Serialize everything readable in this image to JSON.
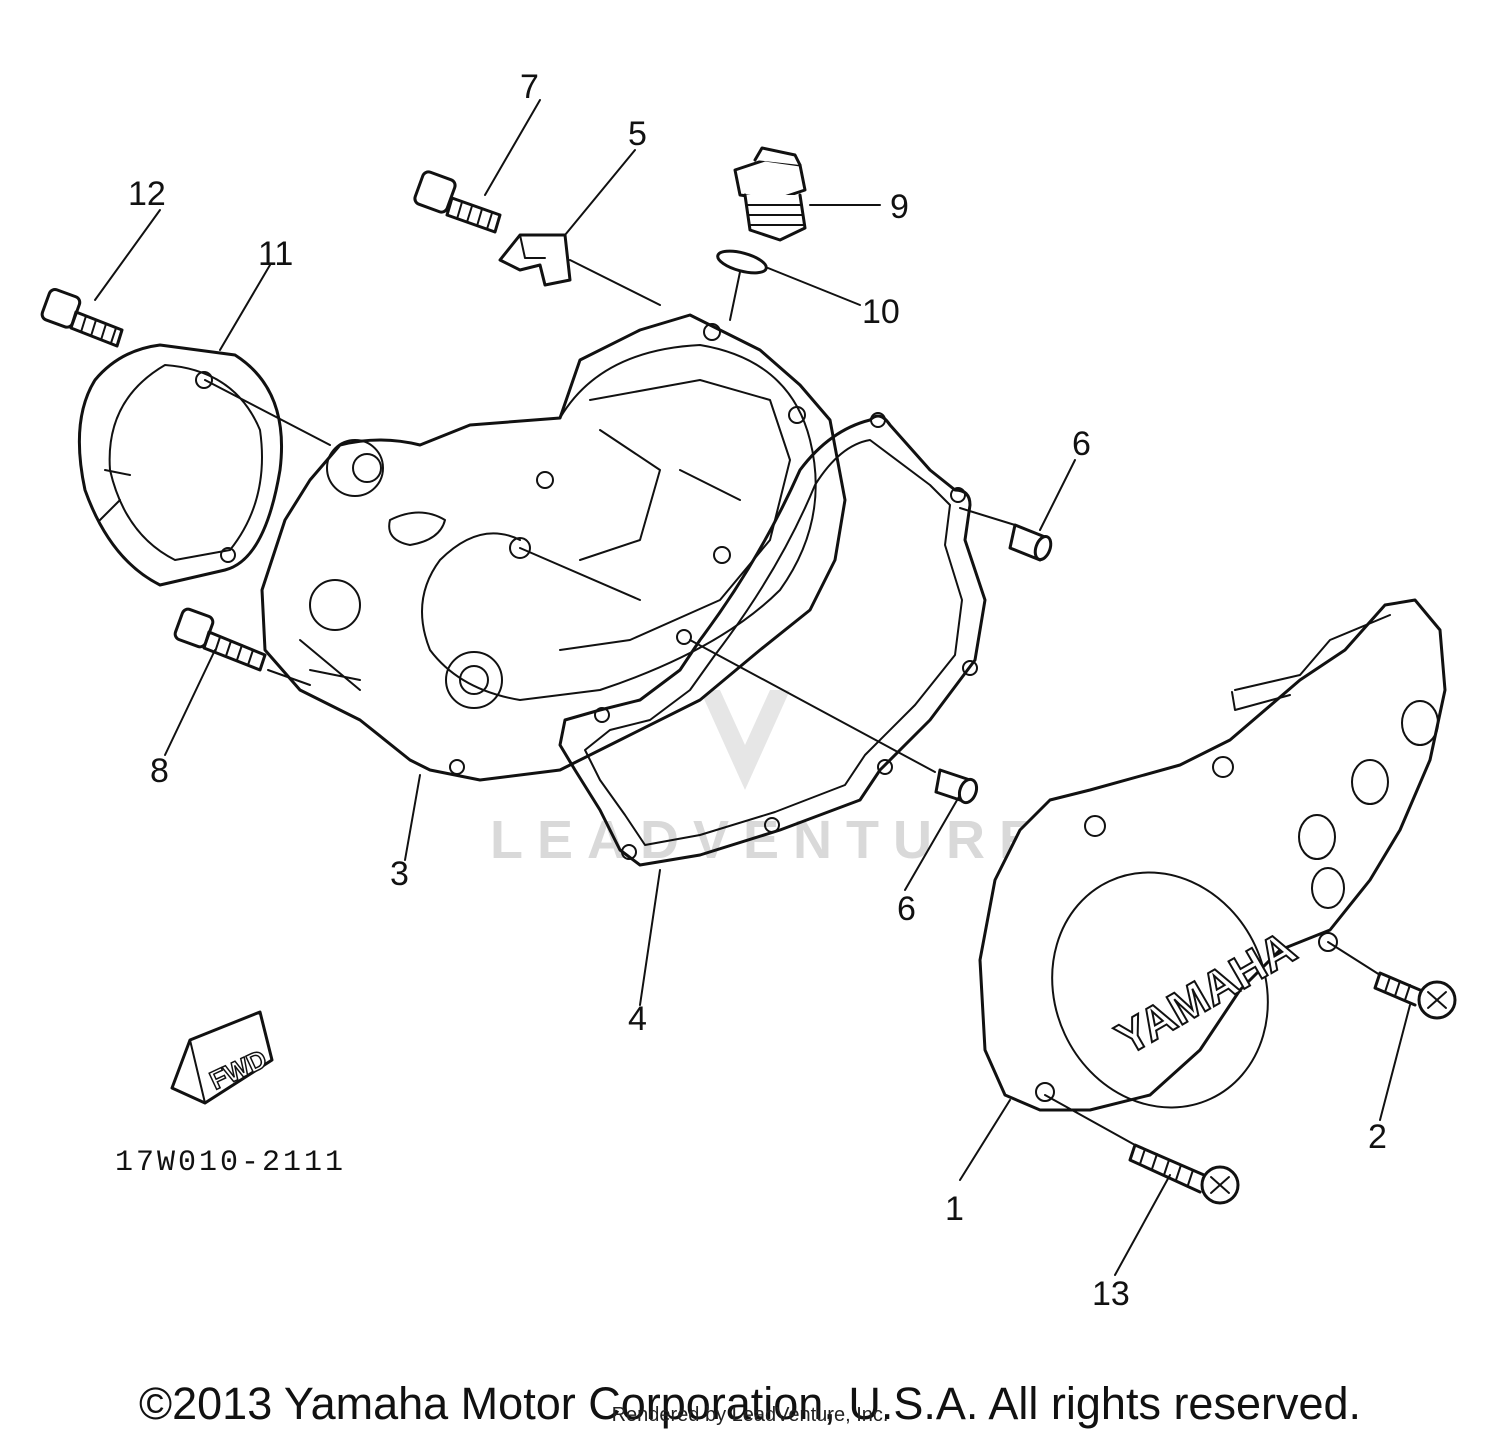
{
  "diagram": {
    "callouts": {
      "n1": "1",
      "n2": "2",
      "n3": "3",
      "n4": "4",
      "n5": "5",
      "n6a": "6",
      "n6b": "6",
      "n7": "7",
      "n8": "8",
      "n9": "9",
      "n10": "10",
      "n11": "11",
      "n12": "12",
      "n13": "13"
    },
    "diagram_code": "17W010-2111",
    "fwd_label": "FWD",
    "cover_brand": "YAMAHA",
    "watermark": "LEADVENTURE"
  },
  "footer": {
    "copyright": "©2013 Yamaha Motor Corporation, U.S.A. All rights reserved.",
    "rendered_by": "Rendered by LeadVenture, Inc."
  }
}
